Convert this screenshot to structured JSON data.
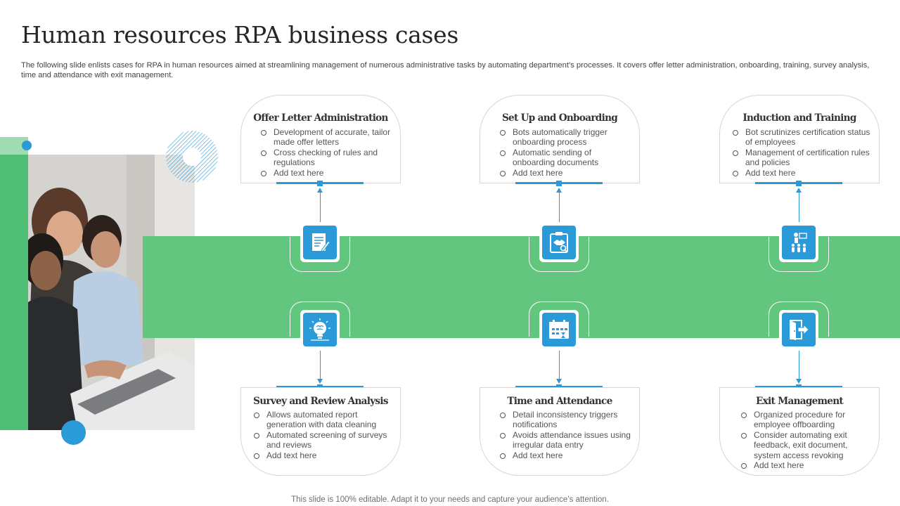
{
  "title": "Human resources RPA business cases",
  "subtitle": "The following slide enlists cases for RPA in human resources aimed at streamlining management of numerous administrative tasks by automating department’s processes. It covers offer letter administration, onboarding, training, survey analysis, time and attendance with exit management.",
  "cards": [
    {
      "title": "Offer Letter Administration",
      "items": [
        "Development of accurate, tailor made offer letters",
        "Cross checking of rules and regulations",
        "Add text here"
      ],
      "icon": "document-pen-icon"
    },
    {
      "title": "Set Up and Onboarding",
      "items": [
        "Bots automatically trigger onboarding process",
        "Automatic sending of onboarding documents",
        "Add text here"
      ],
      "icon": "handshake-clipboard-icon"
    },
    {
      "title": "Induction and Training",
      "items": [
        "Bot scrutinizes certification status of employees",
        "Management of certification rules and policies",
        "Add text here"
      ],
      "icon": "training-audience-icon"
    },
    {
      "title": "Survey and Review Analysis",
      "items": [
        "Allows automated report generation with data cleaning",
        "Automated screening of surveys and reviews",
        "Add text here"
      ],
      "icon": "brain-bulb-icon"
    },
    {
      "title": "Time and Attendance",
      "items": [
        "Detail inconsistency triggers notifications",
        "Avoids attendance issues using irregular data entry",
        "Add text here"
      ],
      "icon": "calendar-hourglass-icon"
    },
    {
      "title": "Exit Management",
      "items": [
        "Organized procedure for employee offboarding",
        "Consider automating exit feedback, exit document, system access revoking",
        "Add text here"
      ],
      "icon": "exit-door-icon"
    }
  ],
  "footer": "This slide is 100% editable. Adapt it to your needs and capture your audience’s attention.",
  "colors": {
    "accent_blue": "#2b9ad8",
    "band_green": "#62c67f",
    "title_text": "#262626"
  }
}
